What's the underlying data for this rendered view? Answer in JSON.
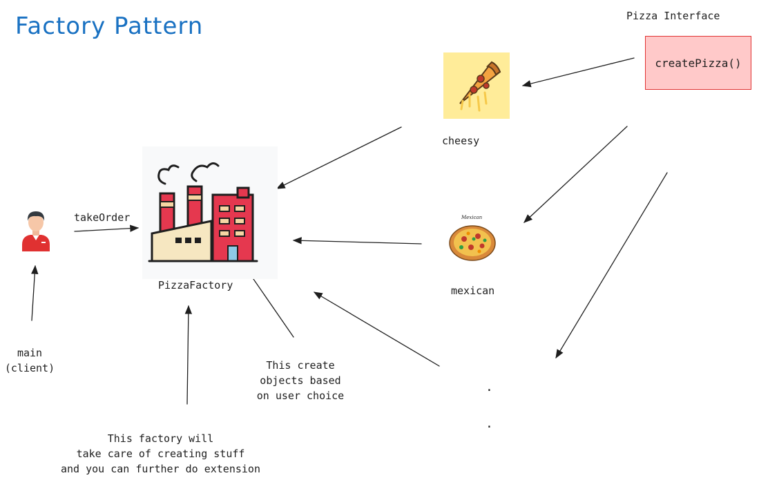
{
  "title": "Factory Pattern",
  "interface": {
    "caption": "Pizza Interface",
    "method": "createPizza()"
  },
  "factory": {
    "label": "PizzaFactory",
    "icon": "factory-icon"
  },
  "client": {
    "label_line1": "main",
    "label_line2": "(client)",
    "icon": "person-icon",
    "arrow_label": "takeOrder"
  },
  "products": {
    "cheesy": {
      "label": "cheesy",
      "icon": "cheese-pizza-slice-icon"
    },
    "mexican": {
      "label": "mexican",
      "icon": "mexican-pizza-icon",
      "icon_text": "Mexican"
    },
    "more_dot_1": ".",
    "more_dot_2": "."
  },
  "notes": {
    "factory_note": [
      "This create",
      "objects based",
      "on user choice"
    ],
    "extension_note": [
      "This factory will",
      "take care of creating stuff",
      "and you can further do  extension"
    ]
  },
  "colors": {
    "title": "#1971c2",
    "interface_fill": "#ffc9c9",
    "interface_stroke": "#e03131",
    "cheesy_bg": "#ffec99",
    "arrow": "#1e1e1e"
  }
}
